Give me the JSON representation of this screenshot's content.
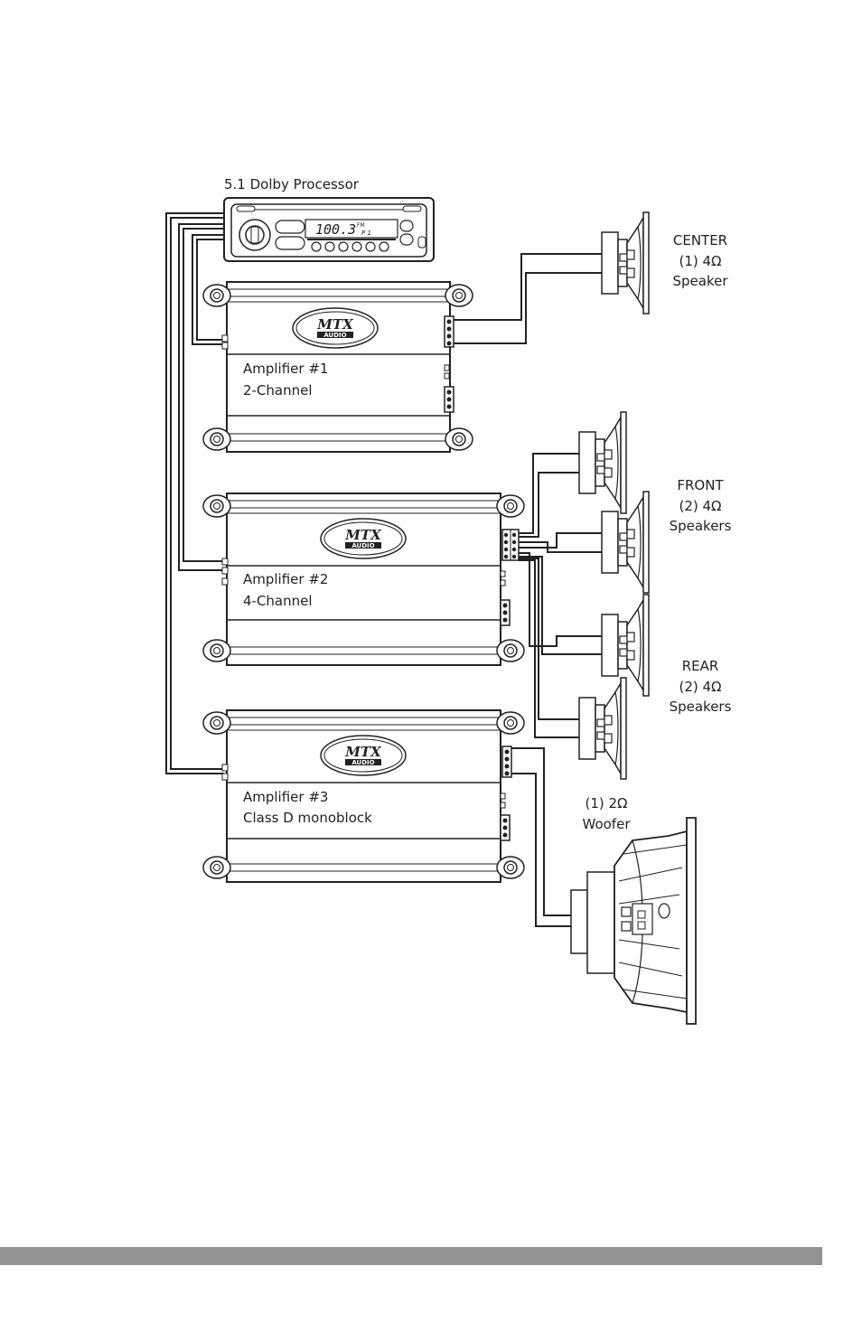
{
  "processor": {
    "title": "5.1 Dolby Processor",
    "display_value": "100.3",
    "display_suffix": "FM",
    "display_band": "P 1"
  },
  "amplifiers": [
    {
      "name": "Amplifier #1",
      "type": "2-Channel",
      "logo_main": "MTX",
      "logo_sub": "AUDIO"
    },
    {
      "name": "Amplifier #2",
      "type": "4-Channel",
      "logo_main": "MTX",
      "logo_sub": "AUDIO"
    },
    {
      "name": "Amplifier #3",
      "type": "Class D monoblock",
      "logo_main": "MTX",
      "logo_sub": "AUDIO"
    }
  ],
  "speakers": {
    "center": {
      "line1": "CENTER",
      "line2": "(1) 4Ω",
      "line3": "Speaker"
    },
    "front": {
      "line1": "FRONT",
      "line2": "(2) 4Ω",
      "line3": "Speakers"
    },
    "rear": {
      "line1": "REAR",
      "line2": "(2) 4Ω",
      "line3": "Speakers"
    },
    "woofer": {
      "line1": "(1) 2Ω",
      "line2": "Woofer"
    }
  },
  "colors": {
    "line": "#222222",
    "footer_bar": "#939393"
  }
}
